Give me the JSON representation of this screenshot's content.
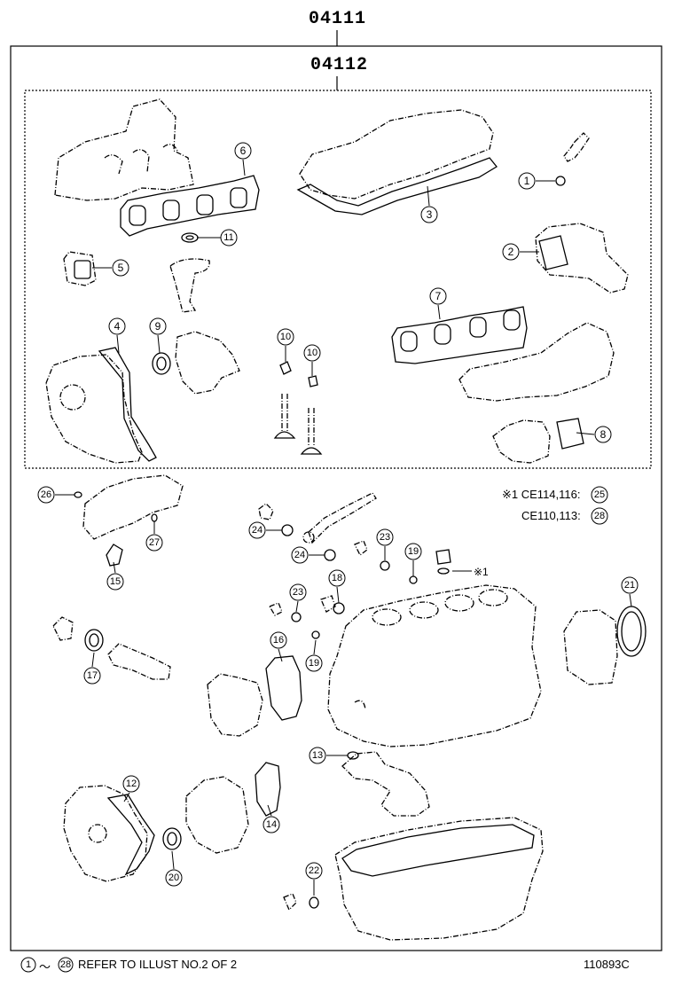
{
  "diagram": {
    "top_part": "04111",
    "sub_part": "04112",
    "callouts_upper": [
      "1",
      "2",
      "3",
      "4",
      "5",
      "6",
      "7",
      "8",
      "9",
      "10",
      "10",
      "11"
    ],
    "callouts_lower": [
      "12",
      "13",
      "14",
      "15",
      "16",
      "17",
      "18",
      "19",
      "19",
      "20",
      "21",
      "22",
      "23",
      "23",
      "24",
      "24",
      "26",
      "27"
    ],
    "note1_prefix": "※1",
    "note1_text": "CE114,116:",
    "note1_ref": "25",
    "note2_text": "CE110,113:",
    "note2_ref": "28",
    "mark_ref": "※1",
    "footer_from": "1",
    "footer_tilde": "～",
    "footer_to": "28",
    "footer_text": "REFER TO ILLUST NO.2 OF 2",
    "illustration_code": "110893C"
  }
}
